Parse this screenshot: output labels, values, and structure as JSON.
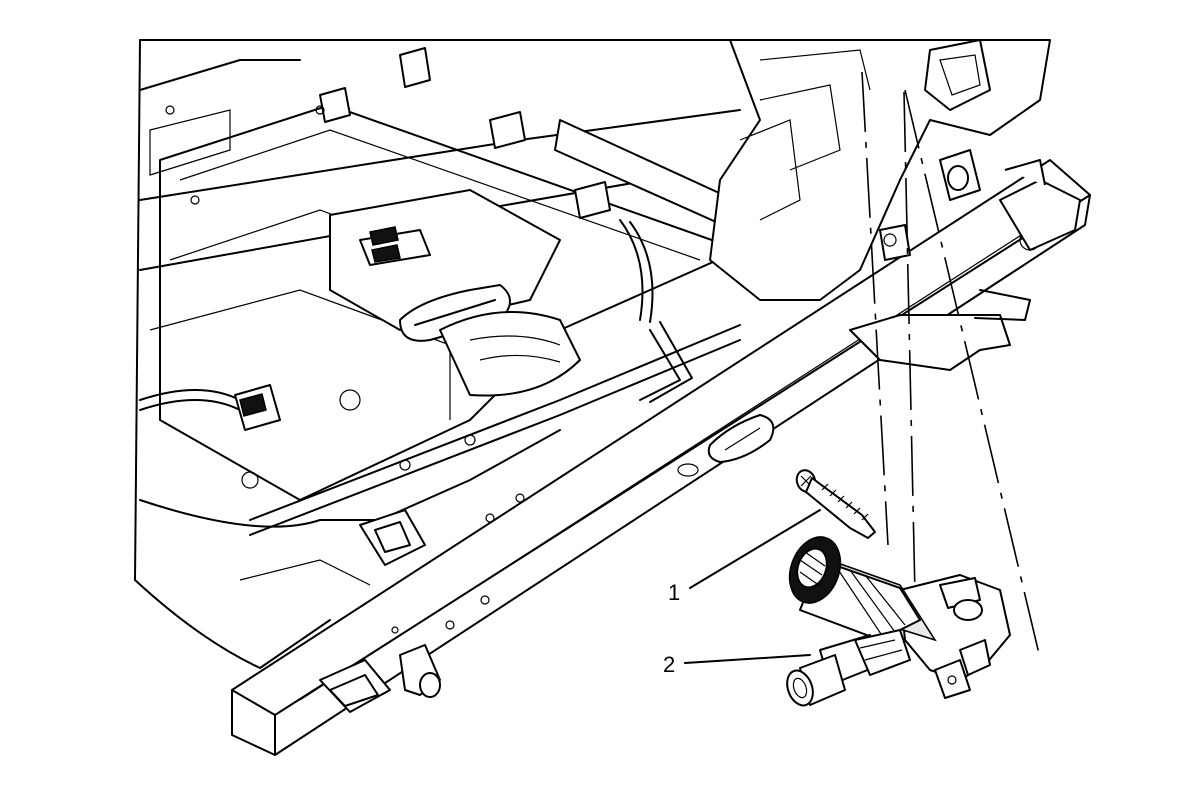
{
  "diagram": {
    "callouts": [
      {
        "number": "1",
        "part": "bolt"
      },
      {
        "number": "2",
        "part": "motor-assembly"
      }
    ]
  }
}
